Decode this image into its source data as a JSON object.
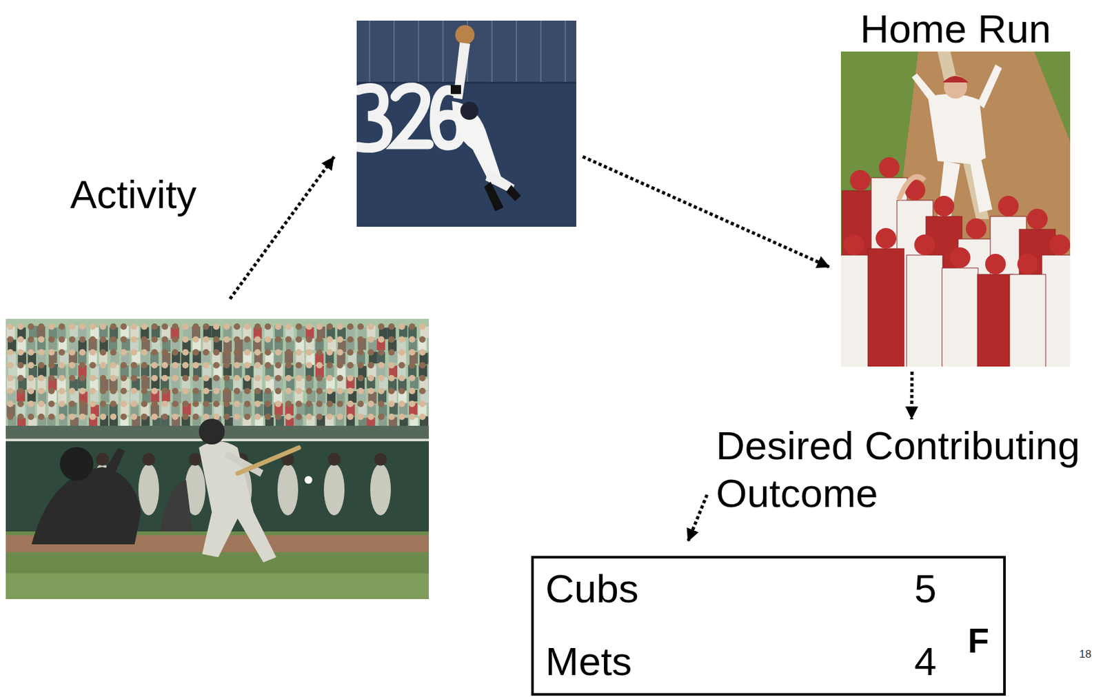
{
  "diagram": {
    "nodes": [
      {
        "text": []
      },
      {
        "text": []
      },
      {
        "text": [
          "Home Run"
        ]
      },
      {
        "text": [
          "Desired Contributing Outcome"
        ]
      },
      {
        "text": [
          "Cubs",
          "5",
          "Mets",
          "4",
          "F"
        ]
      }
    ],
    "edges": [
      {
        "from": 0,
        "to": 1,
        "label": "Activity",
        "arrow": "to"
      },
      {
        "from": 1,
        "to": 2,
        "arrow": "to"
      },
      {
        "from": 2,
        "to": 3,
        "arrow": "to"
      },
      {
        "from": 3,
        "to": 4,
        "arrow": "to"
      }
    ],
    "labels": [
      "18"
    ]
  }
}
